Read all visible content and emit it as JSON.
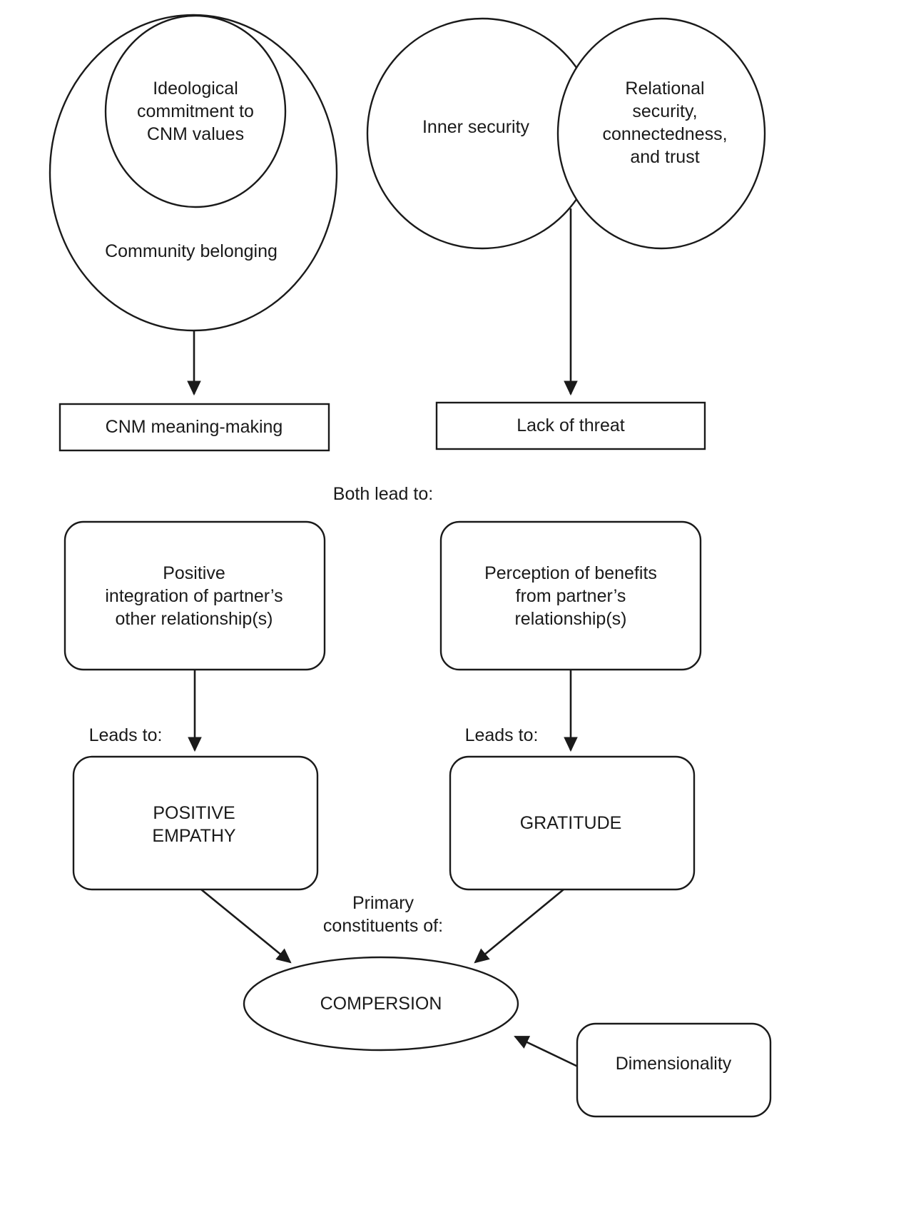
{
  "diagram": {
    "type": "flowchart",
    "background_color": "#ffffff",
    "stroke_color": "#1a1a1a",
    "text_color": "#1a1a1a",
    "nodes": [
      {
        "id": "community-belonging",
        "shape": "circle",
        "label": "Community belonging",
        "role": "outer-containing-circle"
      },
      {
        "id": "ideological-commitment",
        "shape": "circle",
        "label": "Ideological\ncommitment to\nCNM values",
        "role": "inner-nested-circle"
      },
      {
        "id": "inner-security",
        "shape": "circle",
        "label": "Inner security",
        "role": "venn-left-circle"
      },
      {
        "id": "relational-security",
        "shape": "circle",
        "label": "Relational\nsecurity,\nconnectedness,\nand trust",
        "role": "venn-right-circle"
      },
      {
        "id": "cnm-meaning-making",
        "shape": "rectangle",
        "label": "CNM meaning-making"
      },
      {
        "id": "lack-of-threat",
        "shape": "rectangle",
        "label": "Lack of threat"
      },
      {
        "id": "positive-integration",
        "shape": "rounded-rectangle",
        "label": "Positive\nintegration of partner’s\nother relationship(s)"
      },
      {
        "id": "perception-of-benefits",
        "shape": "rounded-rectangle",
        "label": "Perception of benefits\nfrom partner’s\nrelationship(s)"
      },
      {
        "id": "positive-empathy",
        "shape": "rounded-rectangle",
        "label": "POSITIVE\nEMPATHY"
      },
      {
        "id": "gratitude",
        "shape": "rounded-rectangle",
        "label": "GRATITUDE"
      },
      {
        "id": "compersion",
        "shape": "ellipse",
        "label": "COMPERSION"
      },
      {
        "id": "dimensionality",
        "shape": "rounded-rectangle",
        "label": "Dimensionality"
      }
    ],
    "edge_labels": [
      {
        "id": "both-lead-to",
        "label": "Both lead to:"
      },
      {
        "id": "leads-to-left",
        "label": "Leads to:"
      },
      {
        "id": "leads-to-right",
        "label": "Leads to:"
      },
      {
        "id": "primary-constituents-of",
        "label": "Primary\nconstituents of:"
      }
    ],
    "edges": [
      {
        "from": "community-belonging",
        "to": "cnm-meaning-making",
        "arrow": true
      },
      {
        "from": "inner-security+relational-security",
        "to": "lack-of-threat",
        "arrow": true
      },
      {
        "from": "positive-integration",
        "to": "positive-empathy",
        "arrow": true,
        "label": "Leads to:"
      },
      {
        "from": "perception-of-benefits",
        "to": "gratitude",
        "arrow": true,
        "label": "Leads to:"
      },
      {
        "from": "positive-empathy",
        "to": "compersion",
        "arrow": true,
        "label": "Primary constituents of:"
      },
      {
        "from": "gratitude",
        "to": "compersion",
        "arrow": true,
        "label": "Primary constituents of:"
      },
      {
        "from": "dimensionality",
        "to": "compersion",
        "arrow": true
      }
    ]
  }
}
